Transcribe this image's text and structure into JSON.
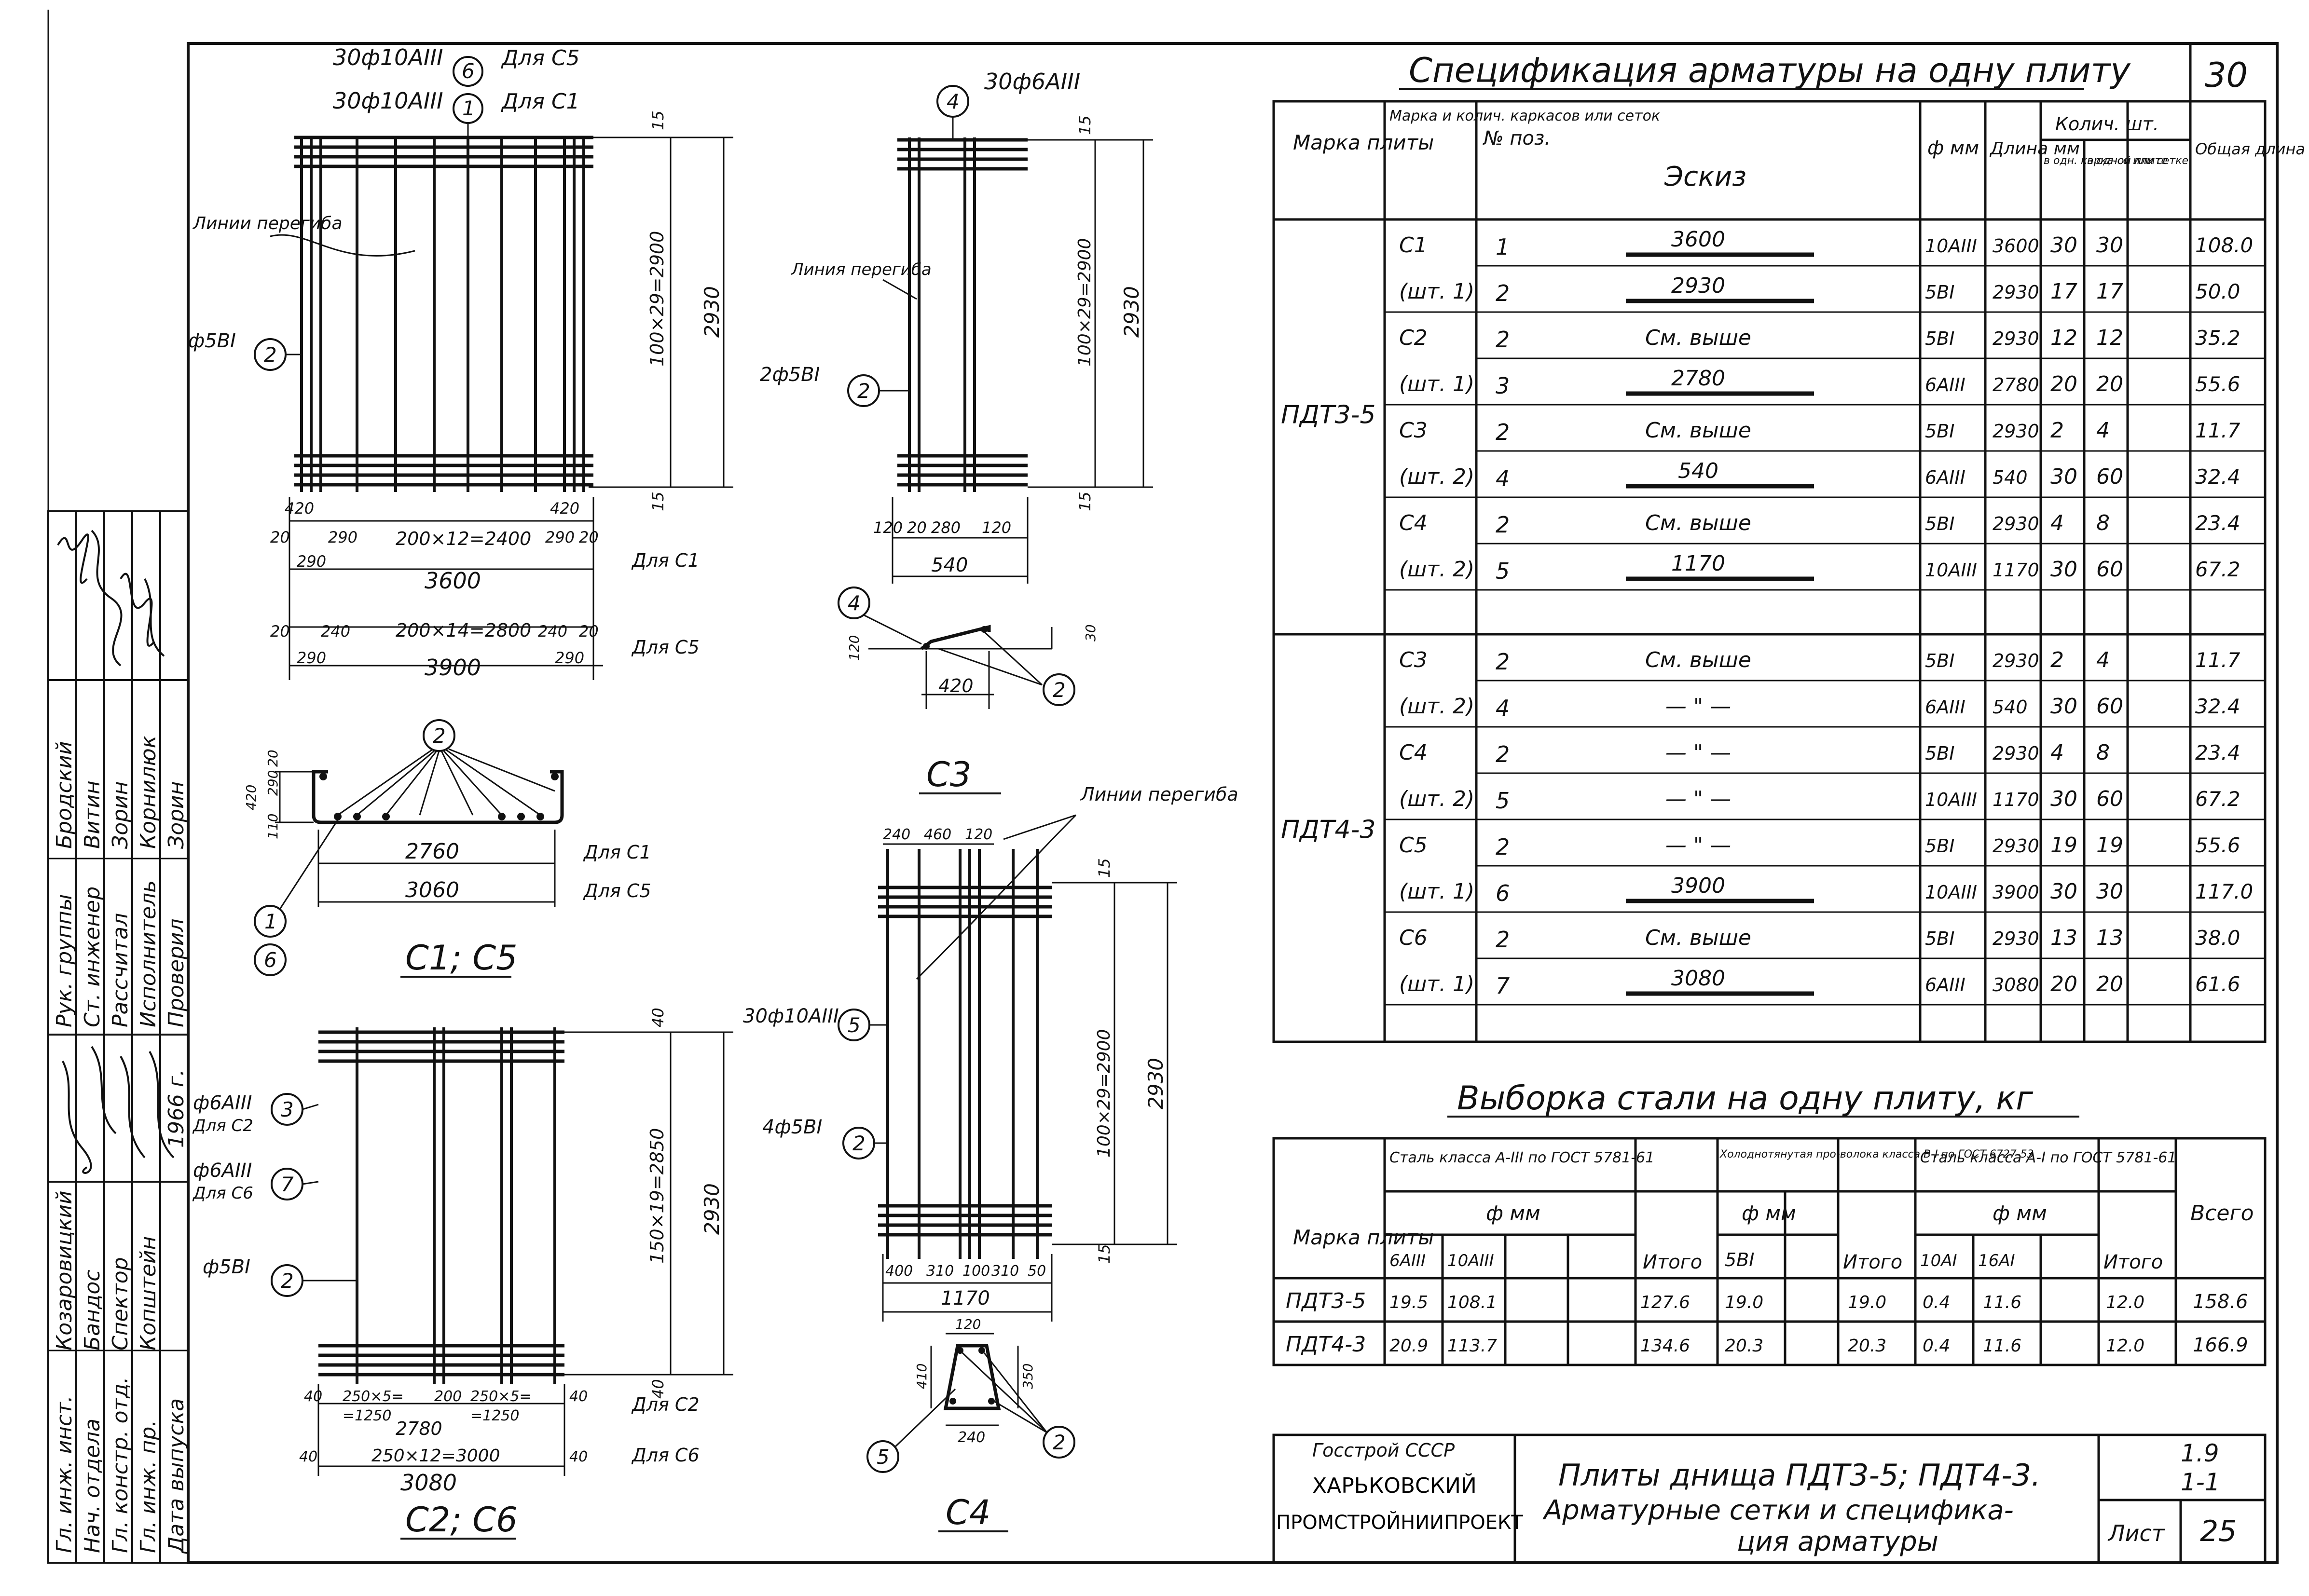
{
  "spec": {
    "title": "Спецификация арматуры на одну плиту",
    "sheet_corner": "30",
    "headers": {
      "mark": "Марка плиты",
      "frame": "Марка и колич. каркасов или сеток",
      "pos": "№ поз.",
      "sketch": "Эскиз",
      "dia": "ф мм",
      "length": "Длина мм",
      "qty_group": "Колич. шт.",
      "qty_frame": "в одн. карка-се или сетке",
      "qty_plate": "в одной плите",
      "total": "Общая длина м"
    },
    "groups": [
      {
        "mark": "ПДТ3-5",
        "rows": [
          {
            "frame": "С1",
            "pos": "1",
            "sketch": "3600",
            "dia": "10АIII",
            "len": "3600",
            "q1": "30",
            "q2": "30",
            "tot": "108.0"
          },
          {
            "frame": "(шт. 1)",
            "pos": "2",
            "sketch": "2930",
            "dia": "5ВI",
            "len": "2930",
            "q1": "17",
            "q2": "17",
            "tot": "50.0"
          },
          {
            "frame": "С2",
            "pos": "2",
            "sketch": "См. выше",
            "dia": "5ВI",
            "len": "2930",
            "q1": "12",
            "q2": "12",
            "tot": "35.2"
          },
          {
            "frame": "(шт. 1)",
            "pos": "3",
            "sketch": "2780",
            "dia": "6АIII",
            "len": "2780",
            "q1": "20",
            "q2": "20",
            "tot": "55.6"
          },
          {
            "frame": "С3",
            "pos": "2",
            "sketch": "См. выше",
            "dia": "5ВI",
            "len": "2930",
            "q1": "2",
            "q2": "4",
            "tot": "11.7"
          },
          {
            "frame": "(шт. 2)",
            "pos": "4",
            "sketch": "540",
            "dia": "6АIII",
            "len": "540",
            "q1": "30",
            "q2": "60",
            "tot": "32.4"
          },
          {
            "frame": "С4",
            "pos": "2",
            "sketch": "См. выше",
            "dia": "5ВI",
            "len": "2930",
            "q1": "4",
            "q2": "8",
            "tot": "23.4"
          },
          {
            "frame": "(шт. 2)",
            "pos": "5",
            "sketch": "1170",
            "dia": "10АIII",
            "len": "1170",
            "q1": "30",
            "q2": "60",
            "tot": "67.2"
          },
          {
            "frame": "",
            "pos": "",
            "sketch": "",
            "dia": "",
            "len": "",
            "q1": "",
            "q2": "",
            "tot": ""
          }
        ]
      },
      {
        "mark": "ПДТ4-3",
        "rows": [
          {
            "frame": "С3",
            "pos": "2",
            "sketch": "См. выше",
            "dia": "5ВI",
            "len": "2930",
            "q1": "2",
            "q2": "4",
            "tot": "11.7"
          },
          {
            "frame": "(шт. 2)",
            "pos": "4",
            "sketch": "— \" —",
            "dia": "6АIII",
            "len": "540",
            "q1": "30",
            "q2": "60",
            "tot": "32.4"
          },
          {
            "frame": "С4",
            "pos": "2",
            "sketch": "— \" —",
            "dia": "5ВI",
            "len": "2930",
            "q1": "4",
            "q2": "8",
            "tot": "23.4"
          },
          {
            "frame": "(шт. 2)",
            "pos": "5",
            "sketch": "— \" —",
            "dia": "10АIII",
            "len": "1170",
            "q1": "30",
            "q2": "60",
            "tot": "67.2"
          },
          {
            "frame": "С5",
            "pos": "2",
            "sketch": "— \" —",
            "dia": "5ВI",
            "len": "2930",
            "q1": "19",
            "q2": "19",
            "tot": "55.6"
          },
          {
            "frame": "(шт. 1)",
            "pos": "6",
            "sketch": "3900",
            "dia": "10АIII",
            "len": "3900",
            "q1": "30",
            "q2": "30",
            "tot": "117.0"
          },
          {
            "frame": "С6",
            "pos": "2",
            "sketch": "См. выше",
            "dia": "5ВI",
            "len": "2930",
            "q1": "13",
            "q2": "13",
            "tot": "38.0"
          },
          {
            "frame": "(шт. 1)",
            "pos": "7",
            "sketch": "3080",
            "dia": "6АIII",
            "len": "3080",
            "q1": "20",
            "q2": "20",
            "tot": "61.6"
          },
          {
            "frame": "",
            "pos": "",
            "sketch": "",
            "dia": "",
            "len": "",
            "q1": "",
            "q2": "",
            "tot": ""
          }
        ]
      }
    ]
  },
  "steel": {
    "title": "Выборка стали на одну плиту, кг",
    "headers": {
      "mark": "Марка плиты",
      "a3": "Сталь класса А-III по ГОСТ 5781-61",
      "b1": "Холоднотянутая про-волока класса В-I по ГОСТ 6727-53",
      "a1": "Сталь класса А-I по ГОСТ 5781-61",
      "dia": "ф мм",
      "total": "Всего",
      "itogo": "Итого",
      "a3_c1": "6АIII",
      "a3_c2": "10АIII",
      "b1_c1": "5ВI",
      "a1_c1": "10АI",
      "a1_c2": "16АI"
    },
    "rows": [
      {
        "mark": "ПДТ3-5",
        "a3_1": "19.5",
        "a3_2": "108.1",
        "a3_t": "127.6",
        "b1_1": "19.0",
        "b1_t": "19.0",
        "a1_1": "0.4",
        "a1_2": "11.6",
        "a1_t": "12.0",
        "total": "158.6"
      },
      {
        "mark": "ПДТ4-3",
        "a3_1": "20.9",
        "a3_2": "113.7",
        "a3_t": "134.6",
        "b1_1": "20.3",
        "b1_t": "20.3",
        "a1_1": "0.4",
        "a1_2": "11.6",
        "a1_t": "12.0",
        "total": "166.9"
      }
    ]
  },
  "title_block": {
    "org1": "Госстрой СССР",
    "org2": "ХАРЬКОВСКИЙ",
    "org3": "ПРОМСТРОЙНИИПРОЕКТ",
    "title1": "Плиты днища ПДТ3-5; ПДТ4-3.",
    "title2": "Арматурные сетки и специфика-",
    "title3": "ция арматуры",
    "code1": "1.9",
    "code2": "1-1",
    "sheet_label": "Лист",
    "sheet_no": "25"
  },
  "stamp": {
    "left_roles": [
      "Гл. инж. инст.",
      "Нач. отдела",
      "Гл. констр. отд.",
      "Гл. инж. пр.",
      "Дата выпуска"
    ],
    "left_names": [
      "Козаровицкий",
      "Бандос",
      "Спектор",
      "Копштейн"
    ],
    "year": "1966 г.",
    "right_roles": [
      "Рук. группы",
      "Ст. инженер",
      "Рассчитал",
      "Исполнитель",
      "Проверил"
    ],
    "right_names": [
      "Бродский",
      "Витин",
      "Зорин",
      "Корнилюк",
      "Зорин"
    ]
  },
  "drawings": {
    "c1c5": {
      "callout6": "30ф10АIII",
      "callout6_for": "Для С5",
      "callout1": "30ф10АIII",
      "callout1_for": "Для С1",
      "pos6": "6",
      "pos1": "1",
      "bend_line": "Линии перегиба",
      "bar2_label": "ф5ВI",
      "pos2": "2",
      "dim_height": "100×29=2900",
      "dim_total": "2930",
      "dim_15": "15",
      "d420": "420",
      "d20": "20",
      "d290": "290",
      "d200x12": "200×12=2400",
      "d3600": "3600",
      "for_c1": "Для С1",
      "d240": "240",
      "d200x14": "200×14=2800",
      "d3900": "3900",
      "for_c5": "Для С5",
      "sec_420": "420",
      "sec_290": "290",
      "sec_110": "110",
      "sec_20": "20",
      "sec_2760": "2760",
      "sec_3060": "3060",
      "sec_c1": "Для С1",
      "sec_c5": "Для С5",
      "pos1b": "1",
      "pos6b": "6",
      "caption": "С1; С5"
    },
    "c3": {
      "callout4": "30ф6АIII",
      "pos4": "4",
      "bend_line": "Линия перегиба",
      "bar2_label": "2ф5ВI",
      "pos2": "2",
      "dim_height": "100×29=2900",
      "dim_total": "2930",
      "dim_15": "15",
      "d120": "120",
      "d20": "20",
      "d280": "280",
      "d540": "540",
      "p4": "4",
      "p2": "2",
      "d30": "30",
      "d420": "420",
      "caption": "С3"
    },
    "c4": {
      "bend_lines": "Линии перегиба",
      "d240": "240",
      "d460": "460",
      "d120": "120",
      "callout5": "30ф10АIII",
      "pos5": "5",
      "bar2_label": "4ф5ВI",
      "pos2": "2",
      "dim_height": "100×29=2900",
      "dim_total": "2930",
      "dim_15": "15",
      "d400": "400",
      "d310": "310",
      "d100": "100",
      "d50": "50",
      "d1170": "1170",
      "sec_120": "120",
      "sec_410": "410",
      "sec_350": "350",
      "sec_240": "240",
      "p5": "5",
      "p2": "2",
      "caption": "С4"
    },
    "c2c6": {
      "callout3": "ф6АIII",
      "callout3_for": "Для С2",
      "pos3": "3",
      "callout7": "ф6АIII",
      "callout7_for": "Для С6",
      "pos7": "7",
      "bar2_label": "ф5ВI",
      "pos2": "2",
      "dim_height": "150×19=2850",
      "dim_total": "2930",
      "dim_40": "40",
      "d40": "40",
      "d250x5": "250×5=",
      "d1250": "=1250",
      "d200": "200",
      "d250x5b": "250×5=",
      "d1250b": "=1250",
      "d2780": "2780",
      "for_c2": "Для С2",
      "d250x12": "250×12=3000",
      "d3080": "3080",
      "for_c6": "Для С6",
      "caption": "С2; С6"
    }
  }
}
